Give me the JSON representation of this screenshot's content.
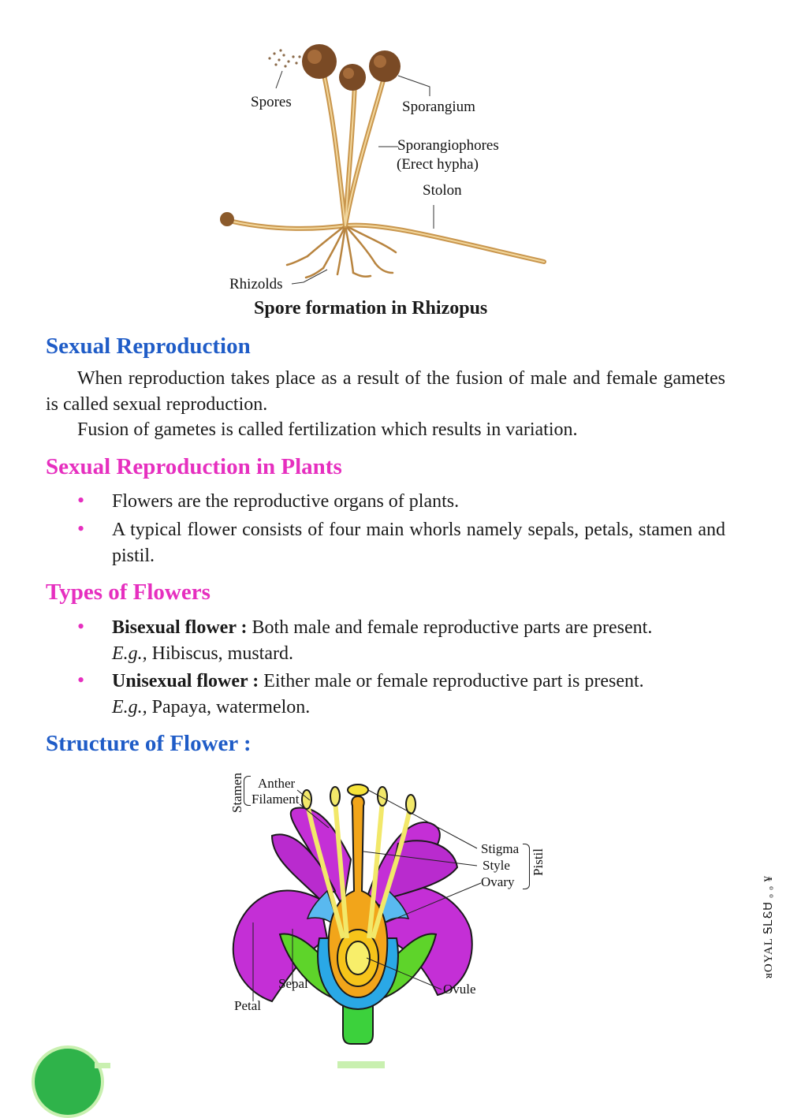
{
  "rhizopus_figure": {
    "labels": {
      "spores": "Spores",
      "sporangium": "Sporangium",
      "sporangiophores": "Sporangiophores",
      "erect_hypha": "(Erect hypha)",
      "stolon": "Stolon",
      "rhizoids": "Rhizolds"
    },
    "caption": "Spore formation in Rhizopus"
  },
  "sexual_reproduction": {
    "heading": "Sexual Reproduction",
    "para1": "When reproduction takes place as a result of the fusion of male and female gametes is called sexual reproduction.",
    "para2": "Fusion of gametes is called fertilization which results in variation."
  },
  "plants": {
    "heading": "Sexual Reproduction in Plants",
    "bullets": [
      "Flowers are the reproductive organs of plants.",
      "A typical flower consists of four main whorls namely sepals, petals, stamen and pistil."
    ]
  },
  "types": {
    "heading": "Types of Flowers",
    "items": [
      {
        "term": "Bisexual flower :",
        "desc": " Both male and female reproductive parts are present.",
        "eg": "E.g.,",
        "examples": " Hibiscus, mustard."
      },
      {
        "term": "Unisexual flower :",
        "desc": " Either male or female reproductive part is present.",
        "eg": "E.g.,",
        "examples": " Papaya, watermelon."
      }
    ]
  },
  "structure": {
    "heading": "Structure of Flower :",
    "labels": {
      "stamen": "Stamen",
      "anther": "Anther",
      "filament": "Filament",
      "stigma": "Stigma",
      "style": "Style",
      "ovary": "Ovary",
      "pistil": "Pistil",
      "sepal": "Sepal",
      "petal": "Petal",
      "ovule": "Ovule"
    }
  },
  "side_text": "ᴚOYAL ᎦᏞᏋᏌ ₒ ₒ ¥"
}
